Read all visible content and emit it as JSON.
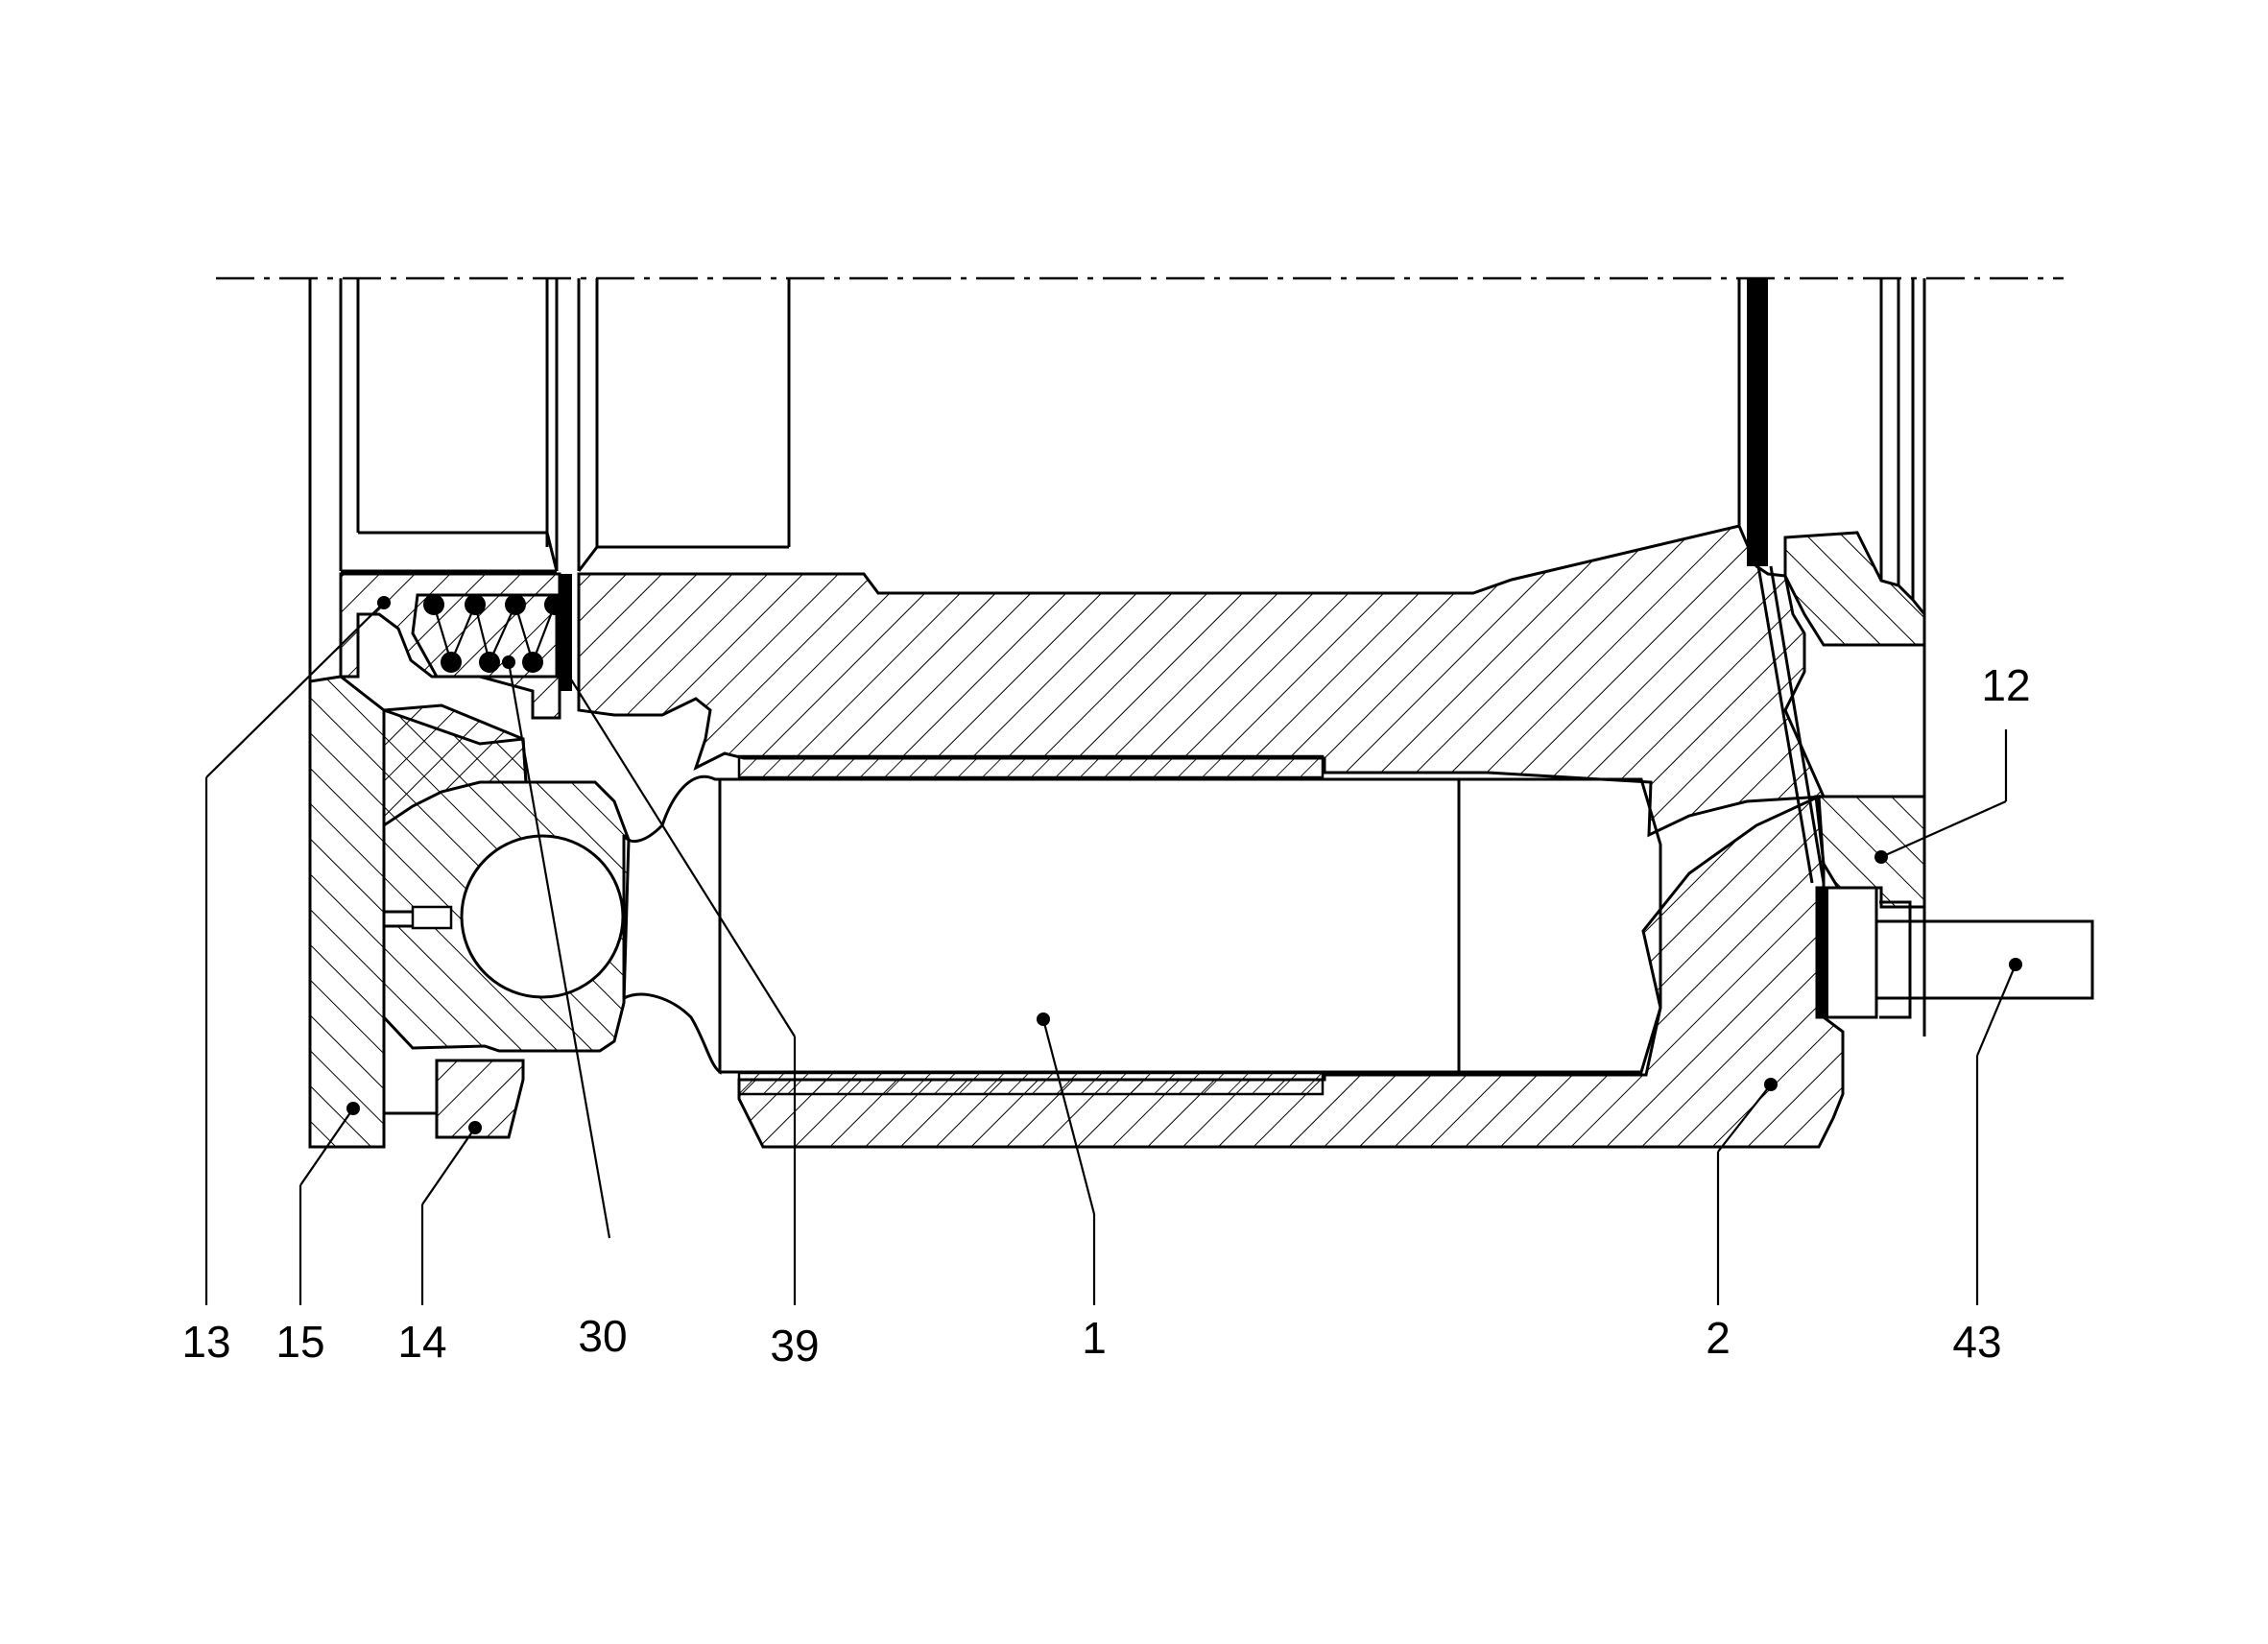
{
  "figure": {
    "type": "sectional-view",
    "reference_numerals": [
      {
        "id": "13",
        "label": "13"
      },
      {
        "id": "15",
        "label": "15"
      },
      {
        "id": "14",
        "label": "14"
      },
      {
        "id": "30",
        "label": "30"
      },
      {
        "id": "39",
        "label": "39"
      },
      {
        "id": "1",
        "label": "1"
      },
      {
        "id": "2",
        "label": "2"
      },
      {
        "id": "43",
        "label": "43"
      },
      {
        "id": "12",
        "label": "12"
      }
    ]
  },
  "colors": {
    "line": "#000000",
    "background": "#ffffff"
  }
}
